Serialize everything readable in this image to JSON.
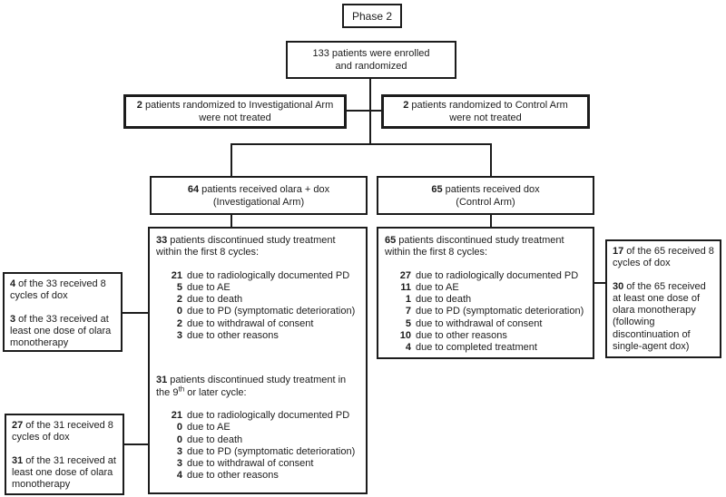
{
  "phase": {
    "label": "Phase 2"
  },
  "colors": {
    "ink": "#1c1c1c",
    "background": "#ffffff"
  },
  "enrollment": {
    "line1": "133 patients were enrolled",
    "line2": "and randomized"
  },
  "exclusions": {
    "left": {
      "n": "2",
      "text": " patients randomized to Investigational Arm",
      "line2": "were not treated"
    },
    "right": {
      "n": "2",
      "text": " patients randomized to Control Arm",
      "line2": "were not treated"
    }
  },
  "arms": {
    "left": {
      "n": "64",
      "text": " patients received olara + dox",
      "line2": "(Investigational Arm)"
    },
    "right": {
      "n": "65",
      "text": " patients received dox",
      "line2": "(Control Arm)"
    }
  },
  "disc_left": {
    "s1": {
      "n": "33",
      "text": " patients discontinued study treatment within the first 8 cycles:",
      "reasons": [
        {
          "n": "21",
          "text": "due to radiologically documented PD"
        },
        {
          "n": "5",
          "text": "due to AE"
        },
        {
          "n": "2",
          "text": "due to death"
        },
        {
          "n": "0",
          "text": "due to PD (symptomatic deterioration)"
        },
        {
          "n": "2",
          "text": "due to withdrawal of consent"
        },
        {
          "n": "3",
          "text": "due to other reasons"
        }
      ]
    },
    "s2": {
      "n": "31",
      "pre": " patients discontinued study treatment in the 9",
      "sup": "th",
      "post": " or later cycle:",
      "reasons": [
        {
          "n": "21",
          "text": "due to radiologically documented PD"
        },
        {
          "n": "0",
          "text": "due to AE"
        },
        {
          "n": "0",
          "text": "due to death"
        },
        {
          "n": "3",
          "text": "due to PD (symptomatic deterioration)"
        },
        {
          "n": "3",
          "text": "due to withdrawal of consent"
        },
        {
          "n": "4",
          "text": "due to other reasons"
        }
      ]
    }
  },
  "disc_right": {
    "s1": {
      "n": "65",
      "text": " patients discontinued study treatment within the first 8 cycles:",
      "reasons": [
        {
          "n": "27",
          "text": "due to radiologically documented PD"
        },
        {
          "n": "11",
          "text": "due to AE"
        },
        {
          "n": "1",
          "text": "due to death"
        },
        {
          "n": "7",
          "text": "due to PD (symptomatic deterioration)"
        },
        {
          "n": "5",
          "text": "due to withdrawal of consent"
        },
        {
          "n": "10",
          "text": "due to other reasons"
        },
        {
          "n": "4",
          "text": "due to completed treatment"
        }
      ]
    }
  },
  "side_left_top": {
    "p1": {
      "n": "4",
      "text": " of the 33 received 8 cycles of dox"
    },
    "p2": {
      "n": "3",
      "text": " of the 33 received at least one dose of olara monotherapy"
    }
  },
  "side_left_bottom": {
    "p1": {
      "n": "27",
      "text": " of the 31 received 8 cycles of dox"
    },
    "p2": {
      "n": "31",
      "text": " of the 31 received at least one dose of olara monotherapy"
    }
  },
  "side_right": {
    "p1": {
      "n": "17",
      "text": " of the 65 received 8 cycles of dox"
    },
    "p2": {
      "n": "30",
      "text": " of the 65 received at least one dose of olara monotherapy (following discontinuation of single-agent dox)"
    }
  }
}
